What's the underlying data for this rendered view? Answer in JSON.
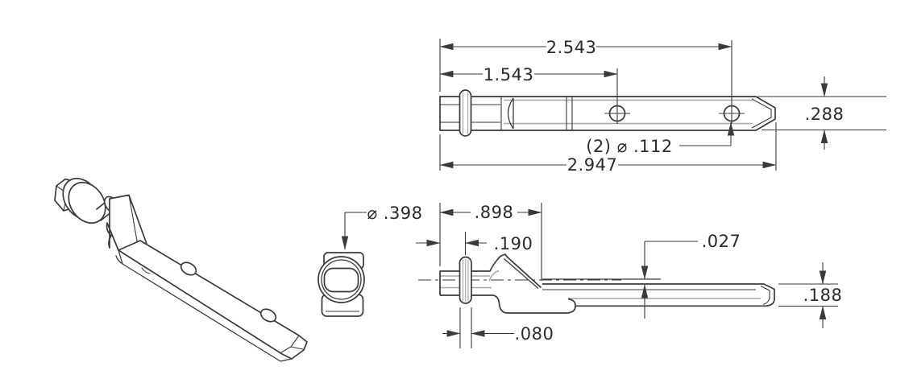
{
  "drawing": {
    "title": "terminal-pin-engineering-drawing",
    "colors": {
      "line": "#3a3a3a",
      "tangent": "#a6a6a6",
      "text": "#2b2b2b",
      "background": "#ffffff"
    },
    "views": {
      "top_view": {
        "dims": {
          "length_to_hole2": "2.543",
          "length_to_hole1": "1.543",
          "tip_height": ".288",
          "holes_note": "(2) ⌀ .112",
          "overall_length": "2.947"
        }
      },
      "section_view": {
        "dims": {
          "flange_diameter": "⌀ .398"
        }
      },
      "side_view": {
        "dims": {
          "length_to_lance": ".898",
          "flange_offset": ".190",
          "lance_thickness": ".027",
          "blade_height": ".188",
          "flange_width": ".080"
        }
      }
    }
  }
}
